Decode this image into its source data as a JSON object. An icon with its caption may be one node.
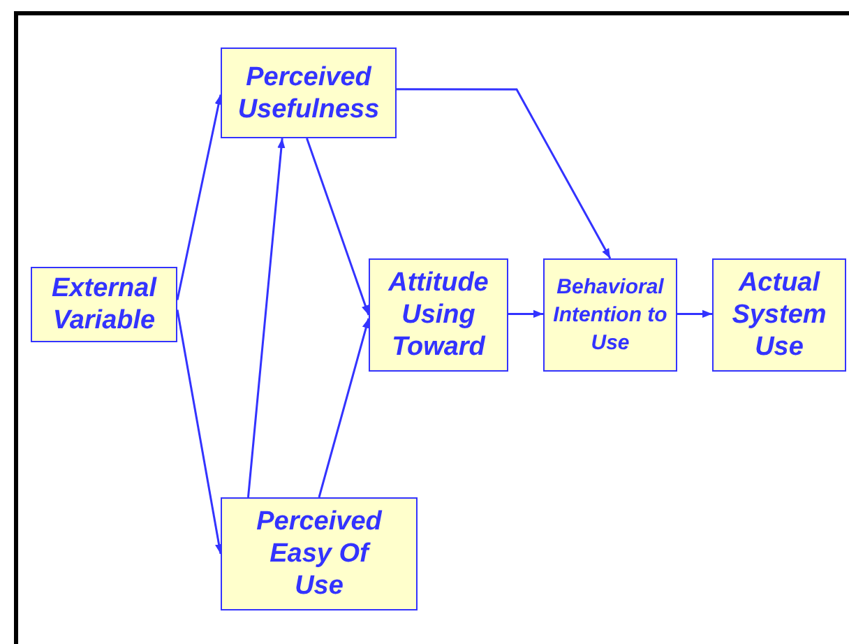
{
  "diagram": {
    "nodes": [
      {
        "text": [
          "External Variable"
        ]
      },
      {
        "text": [
          "Perceived Usefulness"
        ]
      },
      {
        "text": [
          "Attitude Using Toward"
        ]
      },
      {
        "text": [
          "Behavioral Intention to Use"
        ]
      },
      {
        "text": [
          "Actual System Use"
        ]
      },
      {
        "text": [
          "Perceived Easy Of Use"
        ]
      }
    ],
    "edges": [
      {
        "from": 0,
        "to": 1,
        "arrow": "to"
      },
      {
        "from": 0,
        "to": 5,
        "arrow": "to"
      },
      {
        "from": 5,
        "to": 1,
        "arrow": "to"
      },
      {
        "from": 1,
        "to": 2,
        "arrow": "to"
      },
      {
        "from": 5,
        "to": 2,
        "arrow": "to"
      },
      {
        "from": 1,
        "to": 3,
        "arrow": "to"
      },
      {
        "from": 2,
        "to": 3,
        "arrow": "to"
      },
      {
        "from": 3,
        "to": 4,
        "arrow": "to"
      }
    ]
  }
}
